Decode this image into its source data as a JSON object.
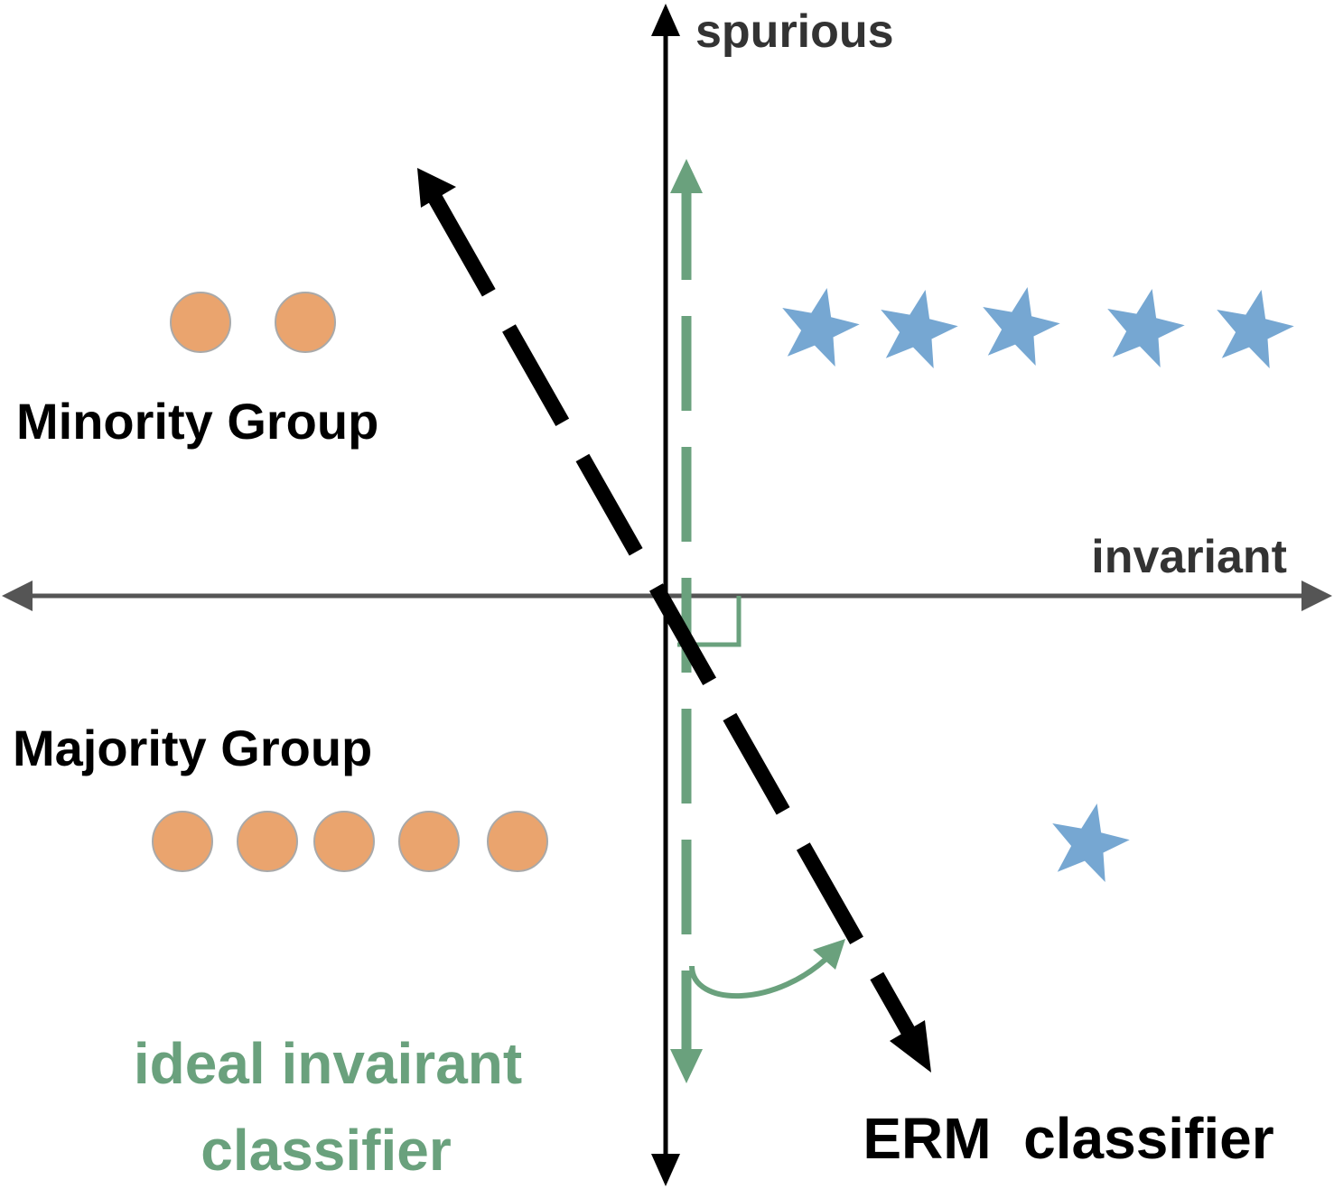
{
  "labels": {
    "spurious_axis": "spurious",
    "invariant_axis": "invariant",
    "minority_group": "Minority Group",
    "majority_group": "Majority Group",
    "ideal_classifier_line1": "ideal invairant",
    "ideal_classifier_line2": "classifier",
    "erm_classifier": "ERM  classifier"
  },
  "colors": {
    "axis_gray": "#555555",
    "axis_black": "#000000",
    "ideal_green": "#6aa17d",
    "circle_orange": "#eaa46e",
    "circle_stroke": "#a9a9a9",
    "star_blue": "#76a7d2",
    "text_black": "#000000",
    "text_gray": "#333333"
  },
  "groups": {
    "minority": {
      "circles": 2,
      "stars": 5
    },
    "majority": {
      "circles": 5,
      "stars": 1
    }
  }
}
